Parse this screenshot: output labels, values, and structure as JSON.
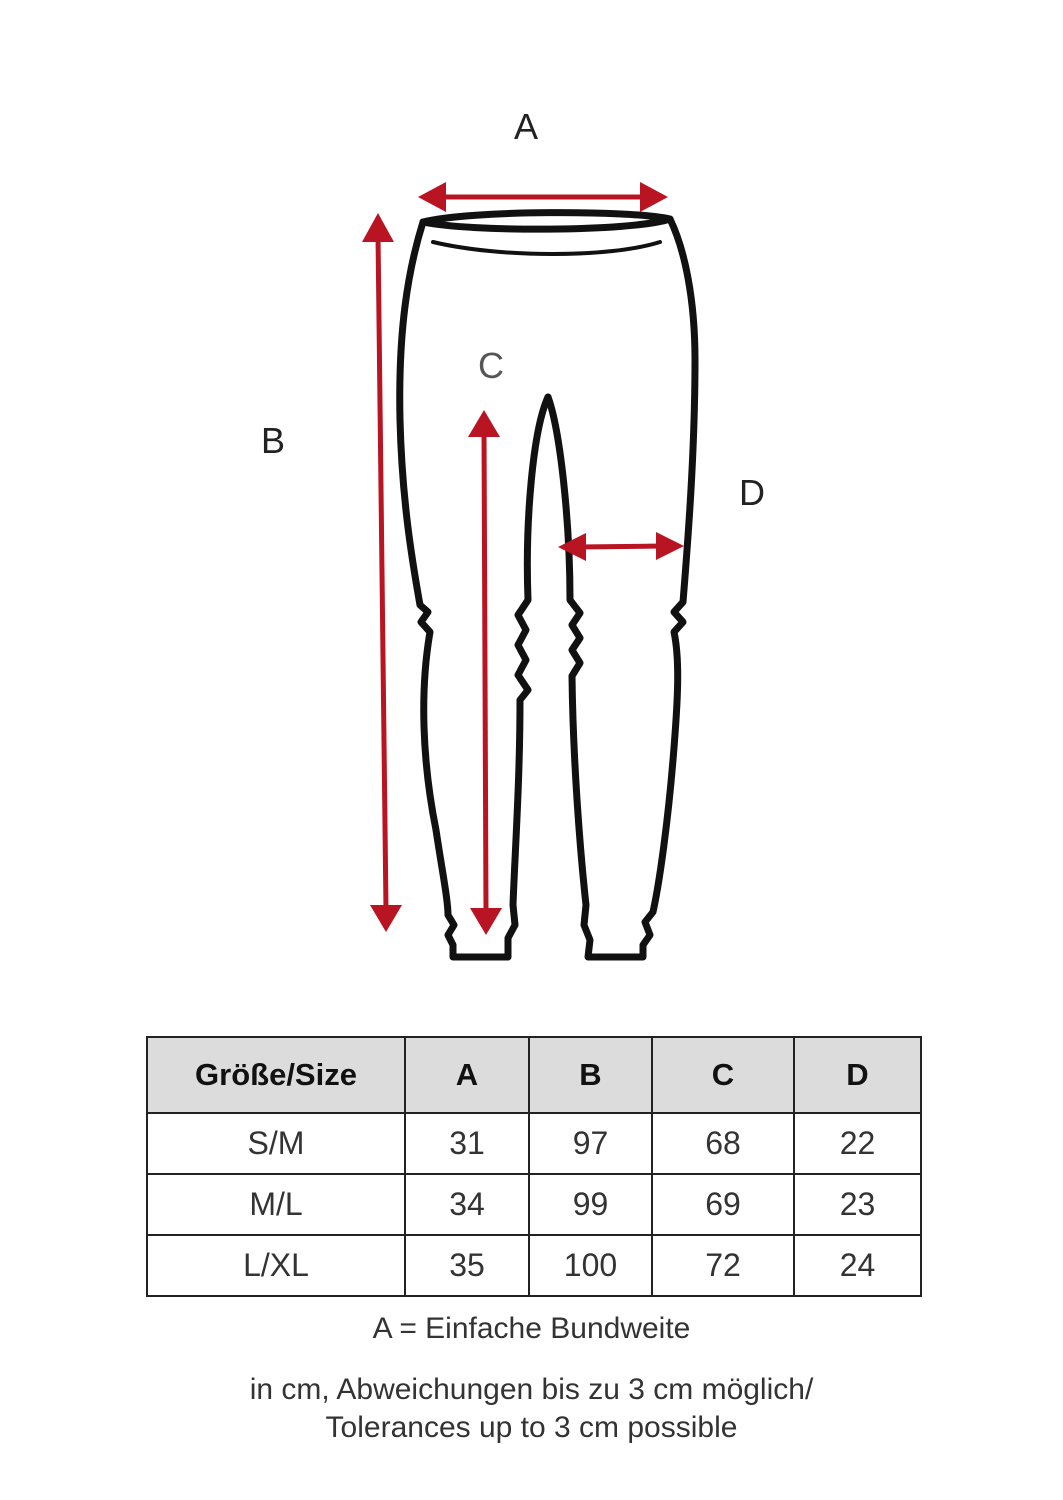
{
  "labels": {
    "a": "A",
    "b": "B",
    "c": "C",
    "d": "D"
  },
  "colors": {
    "arrow": "#b81422",
    "outline": "#111111",
    "header_bg": "#dcdcdc"
  },
  "table": {
    "headers": [
      "Größe/Size",
      "A",
      "B",
      "C",
      "D"
    ],
    "rows": [
      [
        "S/M",
        "31",
        "97",
        "68",
        "22"
      ],
      [
        "M/L",
        "34",
        "99",
        "69",
        "23"
      ],
      [
        "L/XL",
        "35",
        "100",
        "72",
        "24"
      ]
    ]
  },
  "notes": {
    "definition": "A = Einfache Bundweite",
    "tolerance_line1": "in cm, Abweichungen bis zu 3 cm möglich/",
    "tolerance_line2": "Tolerances up to 3 cm possible"
  }
}
